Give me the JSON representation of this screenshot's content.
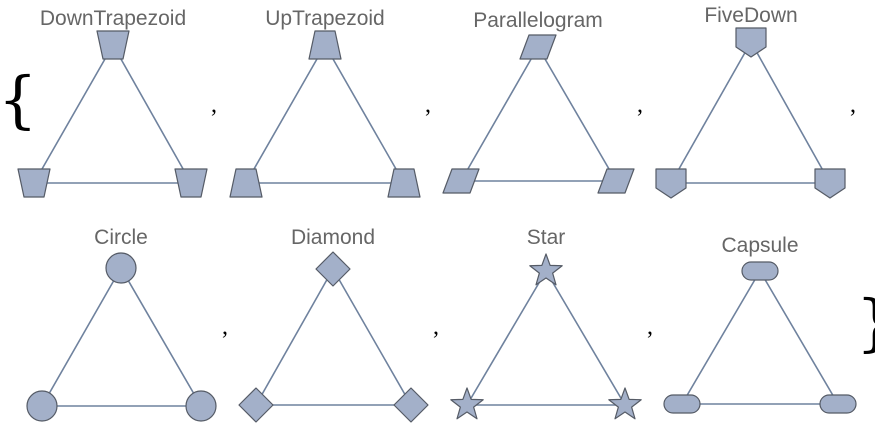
{
  "open_brace": "{",
  "close_brace": "}",
  "separator": ",",
  "colors": {
    "vertex_fill": "#a3b0c9",
    "vertex_stroke": "#555b66",
    "edge": "#6f829e",
    "label": "#666666"
  },
  "graphs": [
    {
      "label": "DownTrapezoid",
      "shape": "down-trapezoid"
    },
    {
      "label": "UpTrapezoid",
      "shape": "up-trapezoid"
    },
    {
      "label": "Parallelogram",
      "shape": "parallelogram"
    },
    {
      "label": "FiveDown",
      "shape": "five-down"
    },
    {
      "label": "Circle",
      "shape": "circle"
    },
    {
      "label": "Diamond",
      "shape": "diamond"
    },
    {
      "label": "Star",
      "shape": "star"
    },
    {
      "label": "Capsule",
      "shape": "capsule"
    }
  ]
}
